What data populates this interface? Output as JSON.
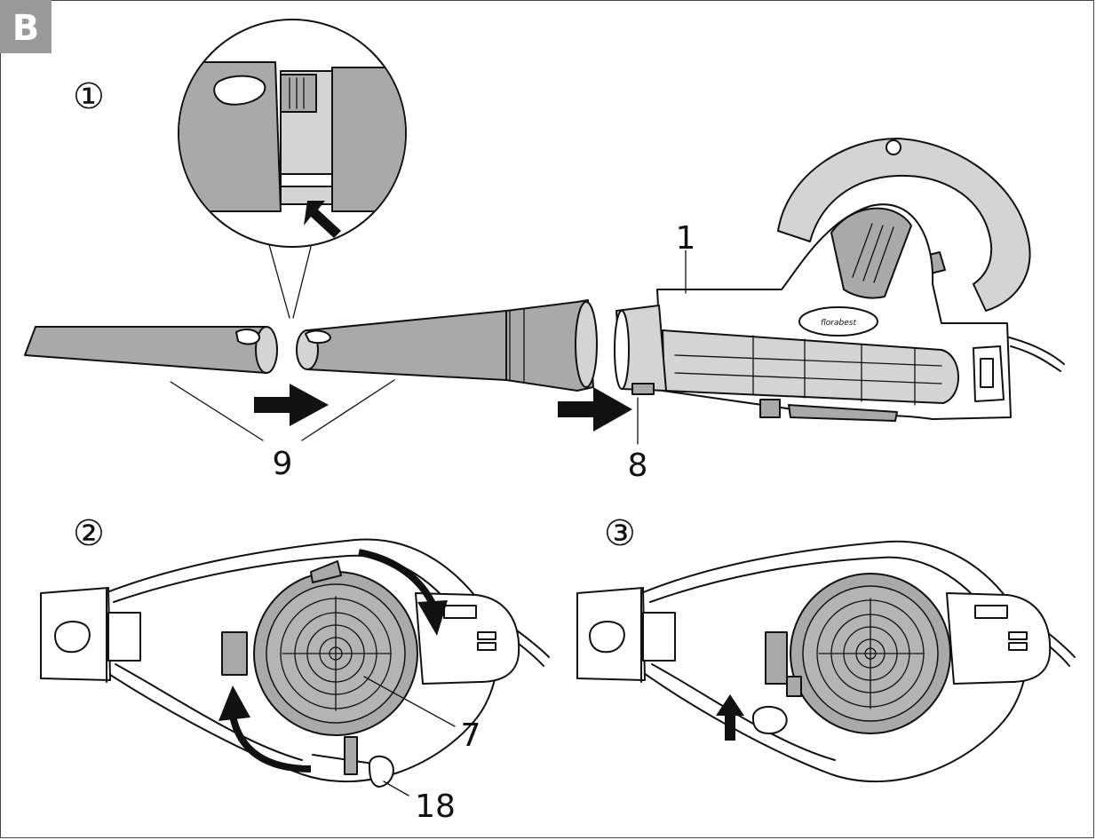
{
  "badge": "B",
  "steps": [
    "①",
    "②",
    "③"
  ],
  "labels": {
    "housing": "1",
    "nozzle_connector": "8",
    "blow_tubes": "9",
    "impeller_cover": "7",
    "screw": "18"
  },
  "logo_text": "florabest",
  "colors": {
    "badge_bg": "#9a9a9a",
    "part_fill": "#a9a9a9",
    "light_fill": "#d4d4d4",
    "line": "#111111"
  },
  "icons": [
    "arrow-right-icon",
    "arrow-up-icon",
    "curved-arrow-icon",
    "pointer-arrow-icon"
  ]
}
